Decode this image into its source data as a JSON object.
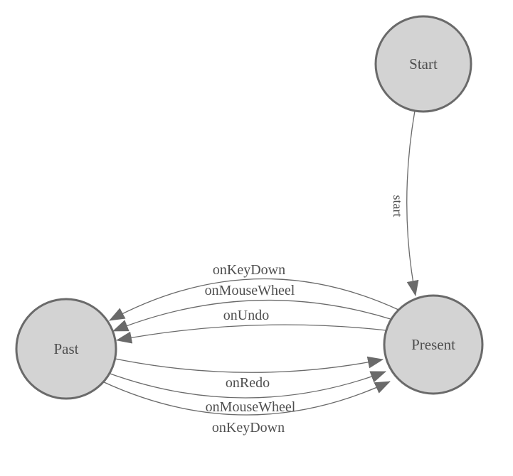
{
  "diagram": {
    "kind": "state-transition-diagram",
    "background_color": "#ffffff",
    "colors": {
      "node_fill": "#d3d3d3",
      "node_border": "#6a6a6a",
      "edge_line": "#6a6a6a",
      "arrowhead": "#6a6a6a",
      "text": "#4f4f4f"
    },
    "nodes": [
      {
        "id": "start",
        "label": "Start"
      },
      {
        "id": "present",
        "label": "Present"
      },
      {
        "id": "past",
        "label": "Past"
      }
    ],
    "edges": [
      {
        "from": "start",
        "to": "present",
        "label": "start"
      },
      {
        "from": "present",
        "to": "past",
        "label": "onKeyDown"
      },
      {
        "from": "present",
        "to": "past",
        "label": "onMouseWheel"
      },
      {
        "from": "present",
        "to": "past",
        "label": "onUndo"
      },
      {
        "from": "past",
        "to": "present",
        "label": "onRedo"
      },
      {
        "from": "past",
        "to": "present",
        "label": "onMouseWheel"
      },
      {
        "from": "past",
        "to": "present",
        "label": "onKeyDown"
      }
    ]
  }
}
